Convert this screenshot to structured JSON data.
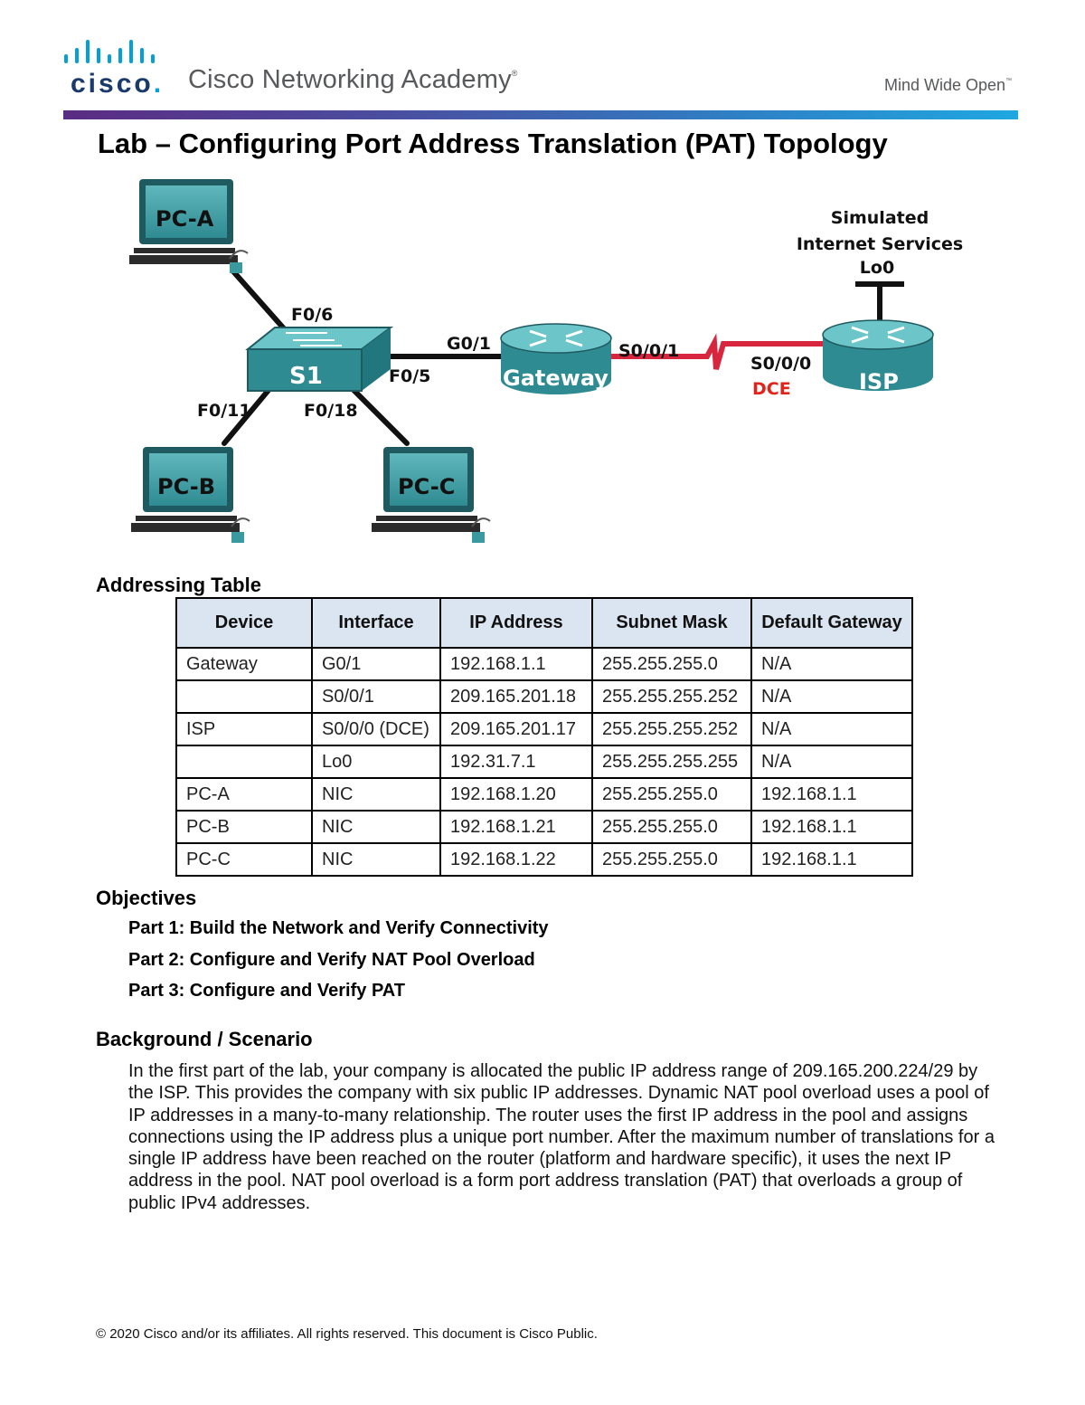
{
  "header": {
    "brand": "Cisco Networking Academy",
    "brand_mark": "®",
    "logo_word": "cisco",
    "logo_dot": ".",
    "tagline": "Mind Wide Open",
    "tagline_mark": "™"
  },
  "title": "Lab – Configuring Port Address Translation (PAT)  Topology",
  "topology": {
    "devices": {
      "pc_a": "PC-A",
      "pc_b": "PC-B",
      "pc_c": "PC-C",
      "switch": "S1",
      "gateway": "Gateway",
      "isp": "ISP"
    },
    "ports": {
      "s1_f0_6": "F0/6",
      "s1_f0_5": "F0/5",
      "s1_f0_11": "F0/11",
      "s1_f0_18": "F0/18",
      "gw_g0_1": "G0/1",
      "gw_s0_0_1": "S0/0/1",
      "isp_s0_0_0": "S0/0/0",
      "dce": "DCE"
    },
    "internet": {
      "line1": "Simulated",
      "line2": "Internet Services",
      "line3": "Lo0"
    },
    "colors": {
      "teal": "#3a9aa0",
      "serial_link": "#d7263d",
      "dce_text": "#e2231a"
    }
  },
  "addressing": {
    "title": "Addressing Table",
    "headers": [
      "Device",
      "Interface",
      "IP Address",
      "Subnet Mask",
      "Default Gateway"
    ],
    "rows": [
      [
        "Gateway",
        "G0/1",
        "192.168.1.1",
        "255.255.255.0",
        "N/A"
      ],
      [
        "",
        "S0/0/1",
        "209.165.201.18",
        "255.255.255.252",
        "N/A"
      ],
      [
        "ISP",
        "S0/0/0 (DCE)",
        "209.165.201.17",
        "255.255.255.252",
        "N/A"
      ],
      [
        "",
        "Lo0",
        "192.31.7.1",
        "255.255.255.255",
        "N/A"
      ],
      [
        "PC-A",
        "NIC",
        "192.168.1.20",
        "255.255.255.0",
        "192.168.1.1"
      ],
      [
        "PC-B",
        "NIC",
        "192.168.1.21",
        "255.255.255.0",
        "192.168.1.1"
      ],
      [
        "PC-C",
        "NIC",
        "192.168.1.22",
        "255.255.255.0",
        "192.168.1.1"
      ]
    ]
  },
  "objectives": {
    "title": "Objectives",
    "items": [
      "Part 1: Build the Network and Verify Connectivity",
      "Part 2: Configure and Verify NAT Pool Overload",
      "Part 3: Configure and Verify PAT"
    ]
  },
  "background": {
    "title": "Background / Scenario",
    "text": "In the first part of the lab, your company is allocated the public IP address range of 209.165.200.224/29 by the ISP. This provides the company with six public IP addresses. Dynamic NAT pool overload uses a pool of IP addresses in a many-to-many relationship. The router uses the first IP address in the pool and assigns connections using the IP address plus a unique port number. After the maximum number of translations for a single IP address have been reached on the router (platform and hardware specific), it uses the next IP address in the pool. NAT pool overload is a form port address translation (PAT) that overloads a group of public IPv4 addresses."
  },
  "footer": "© 2020 Cisco and/or its affiliates. All rights reserved. This document is Cisco Public."
}
